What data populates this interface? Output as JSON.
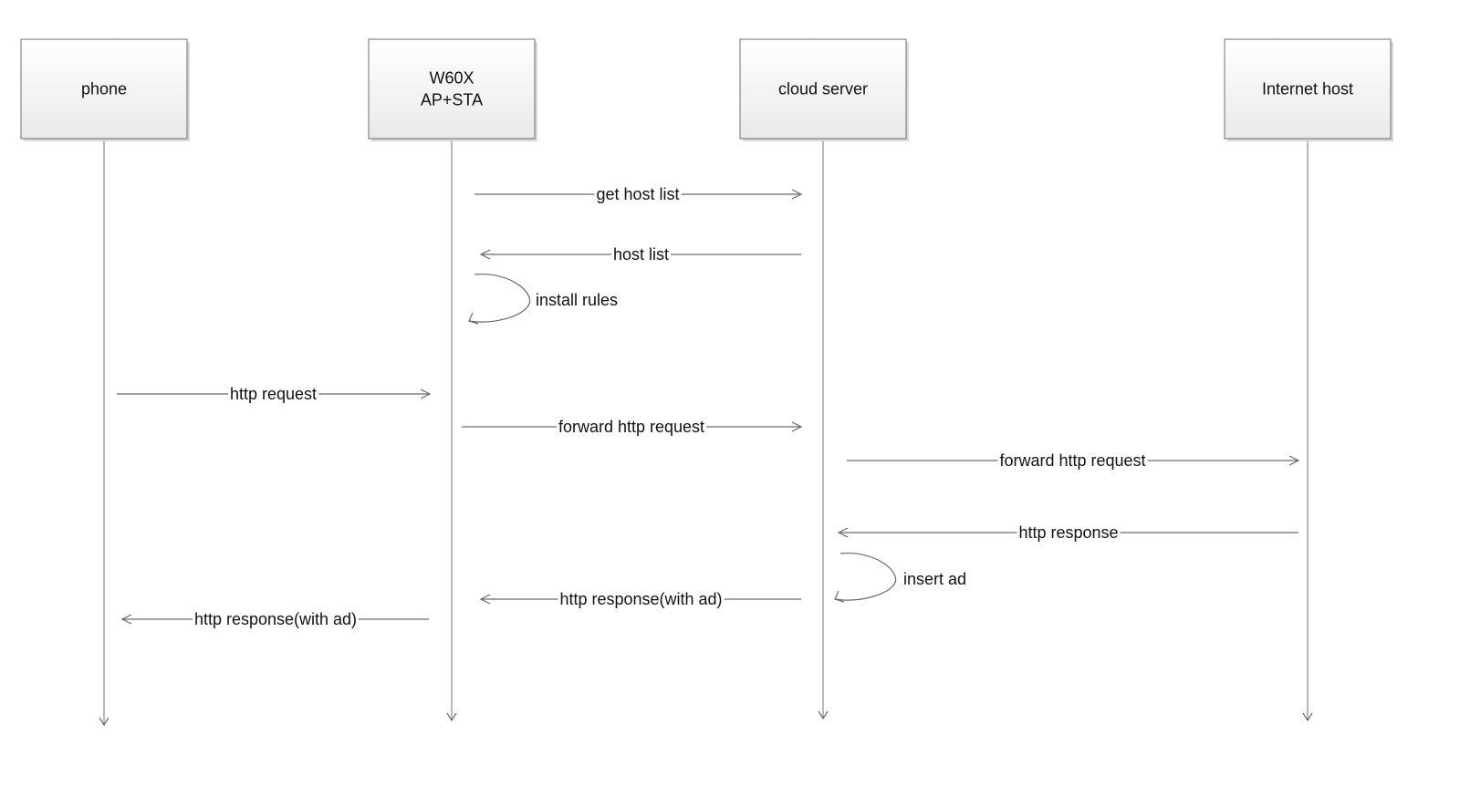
{
  "actors": [
    {
      "id": "phone",
      "lines": [
        "phone"
      ]
    },
    {
      "id": "w60x",
      "lines": [
        "W60X",
        "AP+STA"
      ]
    },
    {
      "id": "cloud",
      "lines": [
        "cloud server"
      ]
    },
    {
      "id": "host",
      "lines": [
        "Internet host"
      ]
    }
  ],
  "messages": [
    {
      "from": "w60x",
      "to": "cloud",
      "label": "get host list"
    },
    {
      "from": "cloud",
      "to": "w60x",
      "label": "host list"
    },
    {
      "from": "w60x",
      "to": "w60x",
      "label": "install rules",
      "self": true
    },
    {
      "from": "phone",
      "to": "w60x",
      "label": "http request"
    },
    {
      "from": "w60x",
      "to": "cloud",
      "label": "forward http request"
    },
    {
      "from": "cloud",
      "to": "host",
      "label": "forward http request"
    },
    {
      "from": "host",
      "to": "cloud",
      "label": "http response"
    },
    {
      "from": "cloud",
      "to": "cloud",
      "label": "insert ad",
      "self": true
    },
    {
      "from": "cloud",
      "to": "w60x",
      "label": "http response(with ad)"
    },
    {
      "from": "w60x",
      "to": "phone",
      "label": "http response(with ad)"
    }
  ]
}
